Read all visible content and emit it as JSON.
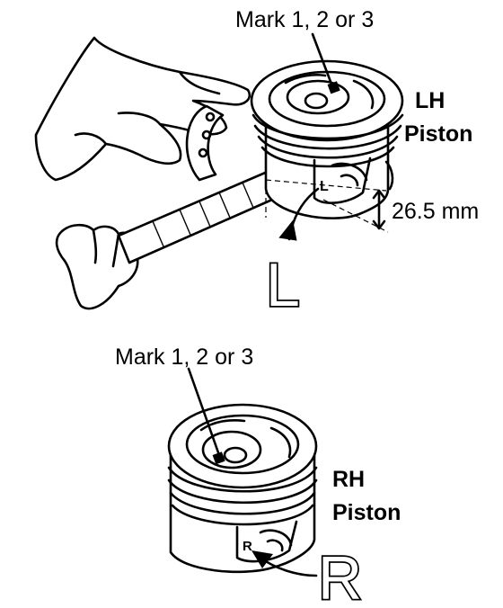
{
  "labels": {
    "top_mark": "Mark 1, 2 or 3",
    "lh_line1": "LH",
    "lh_line2": "Piston",
    "dimension": "26.5 mm",
    "l_letter": "L",
    "l_small": "L",
    "bottom_mark": "Mark 1, 2 or 3",
    "rh_line1": "RH",
    "rh_line2": "Piston",
    "r_letter": "R",
    "r_small": "R"
  }
}
